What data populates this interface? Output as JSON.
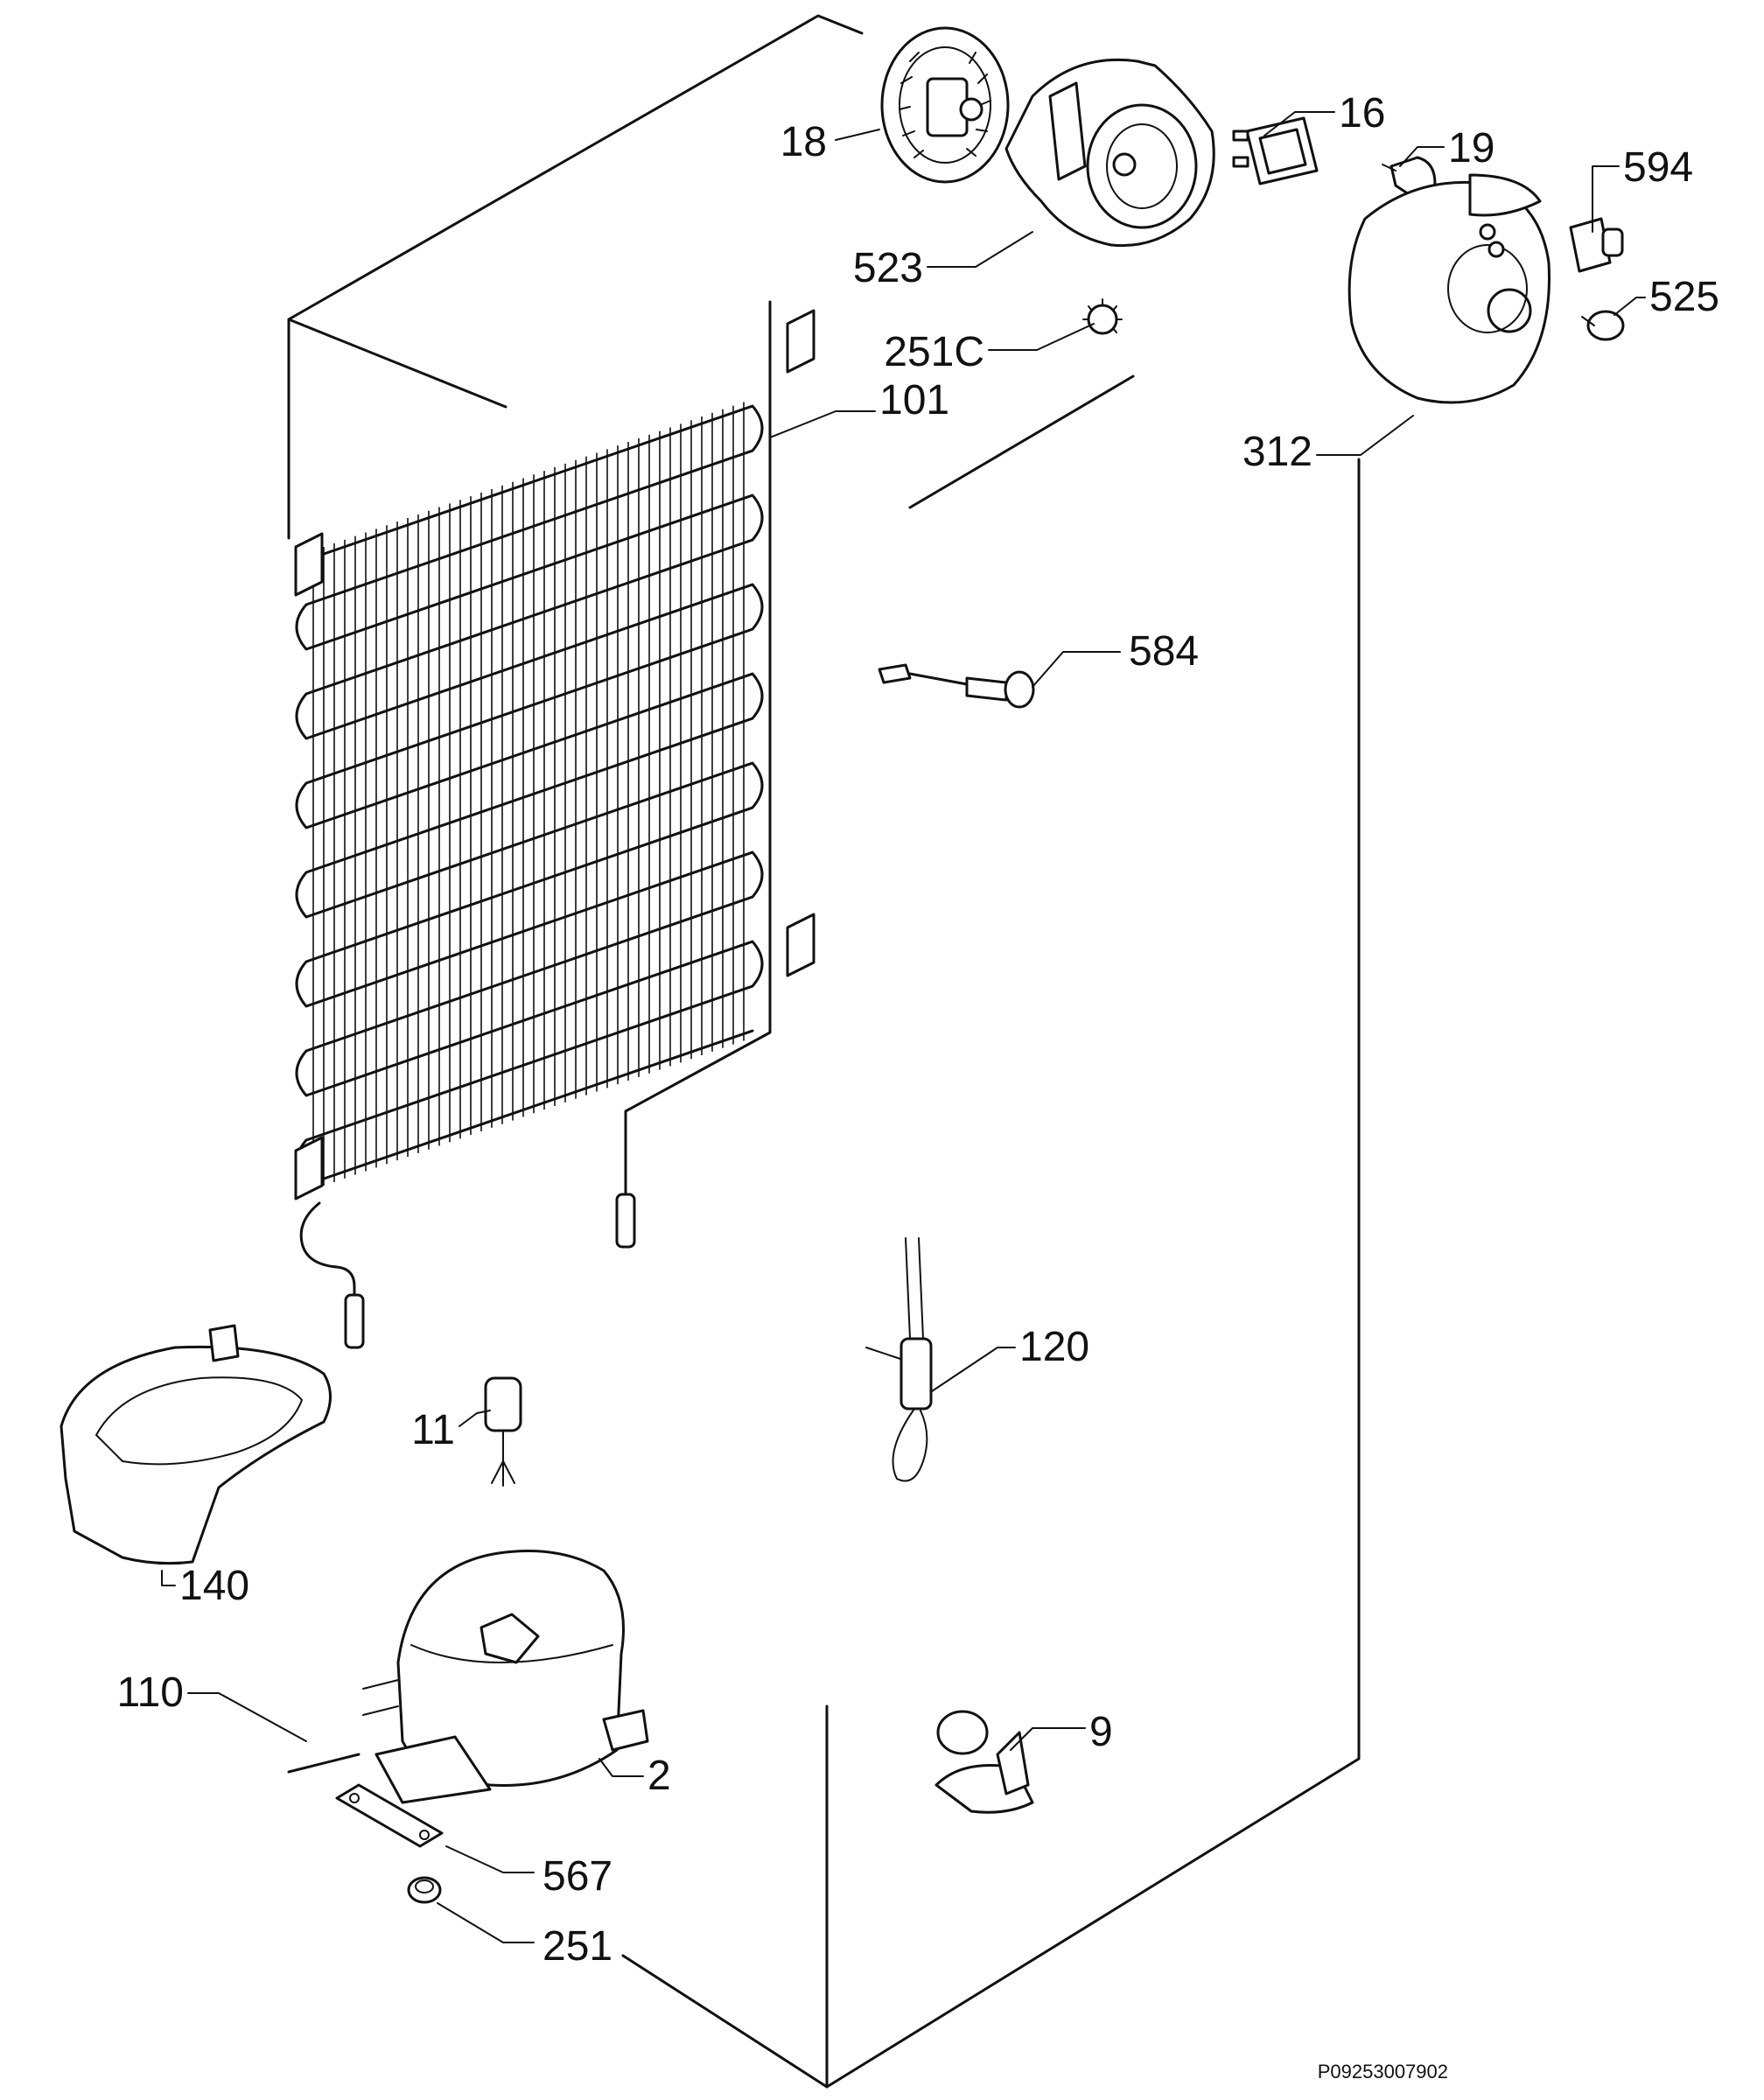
{
  "labels": {
    "p18": "18",
    "p16": "16",
    "p19": "19",
    "p594": "594",
    "p523": "523",
    "p525": "525",
    "p251c": "251C",
    "p101": "101",
    "p312": "312",
    "p584": "584",
    "p120": "120",
    "p11": "11",
    "p140": "140",
    "p110": "110",
    "p2": "2",
    "p9": "9",
    "p567": "567",
    "p251": "251"
  },
  "drawing_code": "P09253007902"
}
